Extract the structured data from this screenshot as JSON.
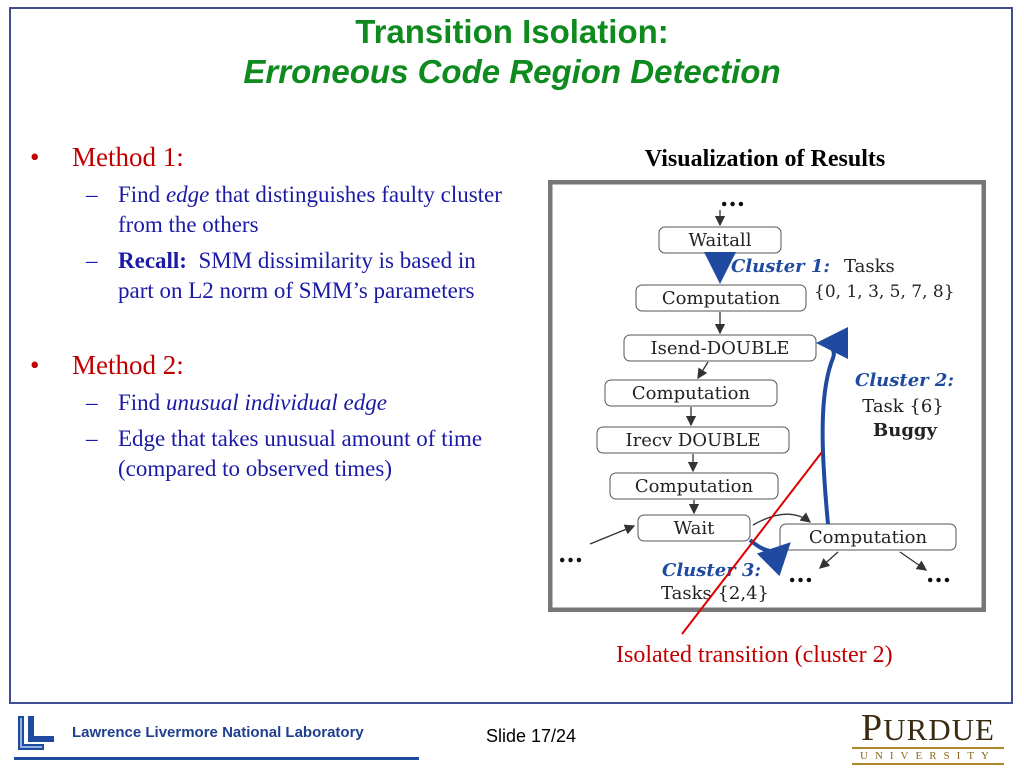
{
  "title": {
    "line1": "Transition Isolation:",
    "line2": "Erroneous Code Region Detection"
  },
  "method1": {
    "label": "Method 1:",
    "sub1": {
      "pre": "Find ",
      "em": "edge",
      "post": " that distinguishes faulty cluster from the others"
    },
    "sub2": {
      "strong": "Recall:",
      "post": "  SMM dissimilarity is based in part on L2 norm of SMM’s parameters"
    }
  },
  "method2": {
    "label": "Method 2:",
    "sub1": {
      "pre": "Find ",
      "em": "unusual individual edge"
    },
    "sub2": {
      "text": "Edge that takes unusual amount of time (compared to observed times)"
    }
  },
  "visualization": {
    "title": "Visualization of Results",
    "nodes": {
      "waitall": "Waitall",
      "comp1": "Computation",
      "isend": "Isend-DOUBLE",
      "comp2": "Computation",
      "irecv": "Irecv DOUBLE",
      "comp3": "Computation",
      "wait": "Wait",
      "comp4": "Computation"
    },
    "cluster1": {
      "label": "Cluster 1:",
      "text1": "Tasks",
      "text2": "{0, 1, 3, 5, 7, 8}"
    },
    "cluster2": {
      "label": "Cluster 2:",
      "text1": "Task {6}",
      "text2": "Buggy"
    },
    "cluster3": {
      "label": "Cluster 3:",
      "text1": "Tasks {2,4}"
    },
    "ellipsis": "..."
  },
  "caption": "Isolated transition (cluster 2)",
  "footer": {
    "lab": "Lawrence Livermore National Laboratory",
    "slide": "Slide 17/24",
    "purdue_initial": "P",
    "purdue_rest": "URDUE",
    "purdue_univ": "UNIVERSITY"
  },
  "colors": {
    "title": "#0f8a1f",
    "bullet": "#c00000",
    "body": "#1a1aa6",
    "cluster_blue": "#1f4aa0",
    "caption": "#c00000"
  }
}
